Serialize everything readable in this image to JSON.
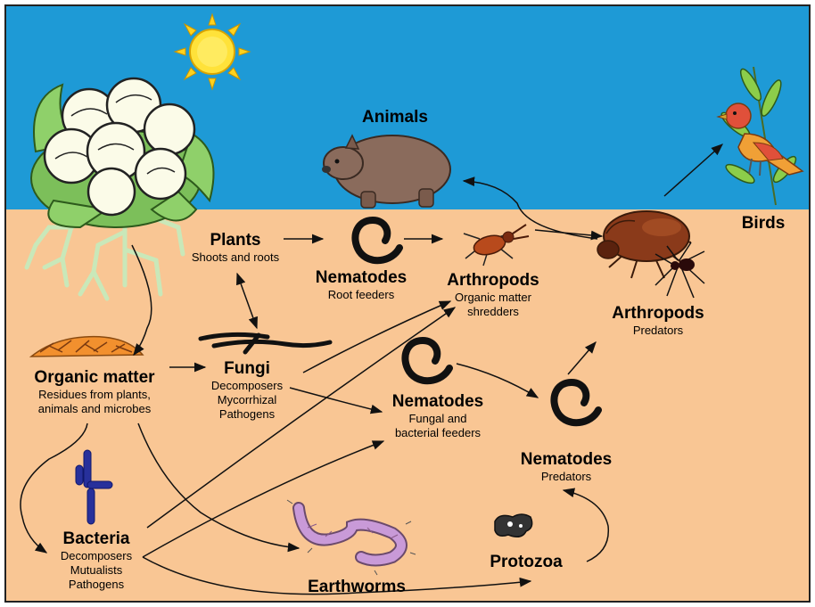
{
  "colors": {
    "sky": "#1e9ad6",
    "soil": "#f9c694",
    "border": "#222222",
    "sun": "#ffd21e",
    "worm": "#c99ad8",
    "bacteria": "#27309b",
    "nematode": "#111111"
  },
  "nodes": {
    "animals": {
      "title": "Animals"
    },
    "birds": {
      "title": "Birds"
    },
    "plants": {
      "title": "Plants",
      "sub": [
        "Shoots and roots"
      ]
    },
    "nematodes_root": {
      "title": "Nematodes",
      "sub": [
        "Root feeders"
      ]
    },
    "arthropods_shredders": {
      "title": "Arthropods",
      "sub": [
        "Organic matter",
        "shredders"
      ]
    },
    "arthropods_predators": {
      "title": "Arthropods",
      "sub": [
        "Predators"
      ]
    },
    "organic_matter": {
      "title": "Organic matter",
      "sub": [
        "Residues from plants,",
        "animals and microbes"
      ]
    },
    "fungi": {
      "title": "Fungi",
      "sub": [
        "Decomposers",
        "Mycorrhizal",
        "Pathogens"
      ]
    },
    "nematodes_fb": {
      "title": "Nematodes",
      "sub": [
        "Fungal and",
        "bacterial feeders"
      ]
    },
    "nematodes_pred": {
      "title": "Nematodes",
      "sub": [
        "Predators"
      ]
    },
    "bacteria": {
      "title": "Bacteria",
      "sub": [
        "Decomposers",
        "Mutualists",
        "Pathogens"
      ]
    },
    "earthworms": {
      "title": "Earthworms"
    },
    "protozoa": {
      "title": "Protozoa"
    }
  },
  "icons": [
    "sun-icon",
    "cauliflower-icon",
    "roots-icon",
    "wombat-icon",
    "bird-icon",
    "beetle-icon",
    "spider-icon",
    "stag-beetle-icon",
    "nematode-icon",
    "fungi-hyphae-icon",
    "leaf-litter-icon",
    "bacteria-icon",
    "earthworm-icon",
    "protozoa-icon"
  ]
}
